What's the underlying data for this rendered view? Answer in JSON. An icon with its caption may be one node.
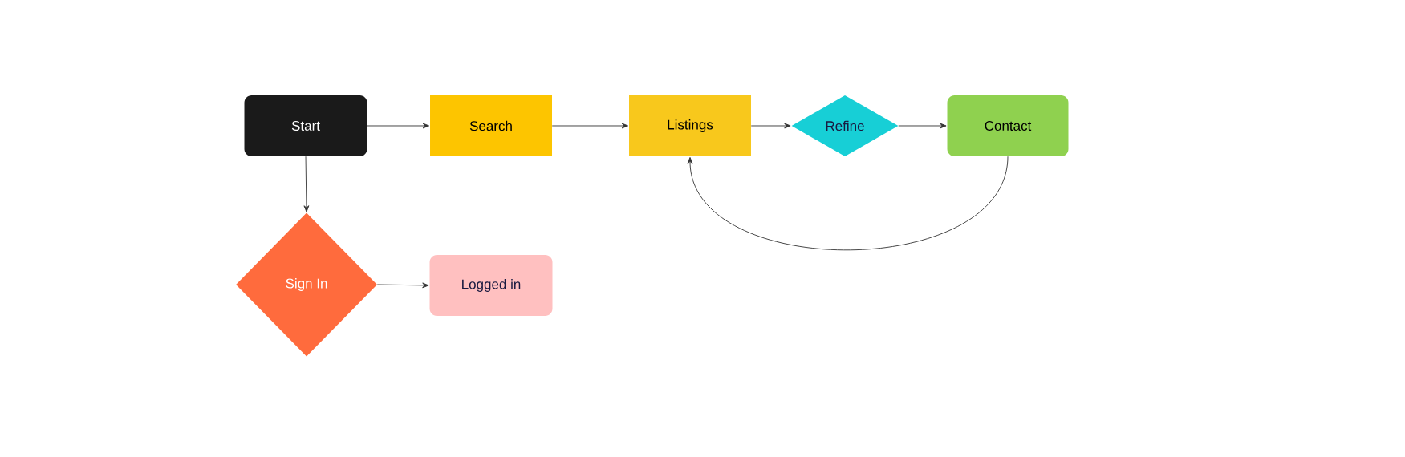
{
  "diagram": {
    "nodes": [
      {
        "text": [
          "Start"
        ]
      },
      {
        "text": [
          "Search"
        ]
      },
      {
        "text": [
          "Listings"
        ]
      },
      {
        "text": [
          "Refine"
        ]
      },
      {
        "text": [
          "Contact"
        ]
      },
      {
        "text": [
          "Sign In"
        ]
      },
      {
        "text": [
          "Logged in"
        ]
      }
    ],
    "edges": [
      {
        "from": 0,
        "to": 1,
        "arrow": "to"
      },
      {
        "from": 1,
        "to": 2,
        "arrow": "to"
      },
      {
        "from": 2,
        "to": 3,
        "arrow": "to"
      },
      {
        "from": 3,
        "to": 4,
        "arrow": "to"
      },
      {
        "from": 4,
        "to": 2,
        "arrow": "to"
      },
      {
        "from": 0,
        "to": 5,
        "arrow": "to"
      },
      {
        "from": 5,
        "to": 6,
        "arrow": "to"
      }
    ]
  }
}
